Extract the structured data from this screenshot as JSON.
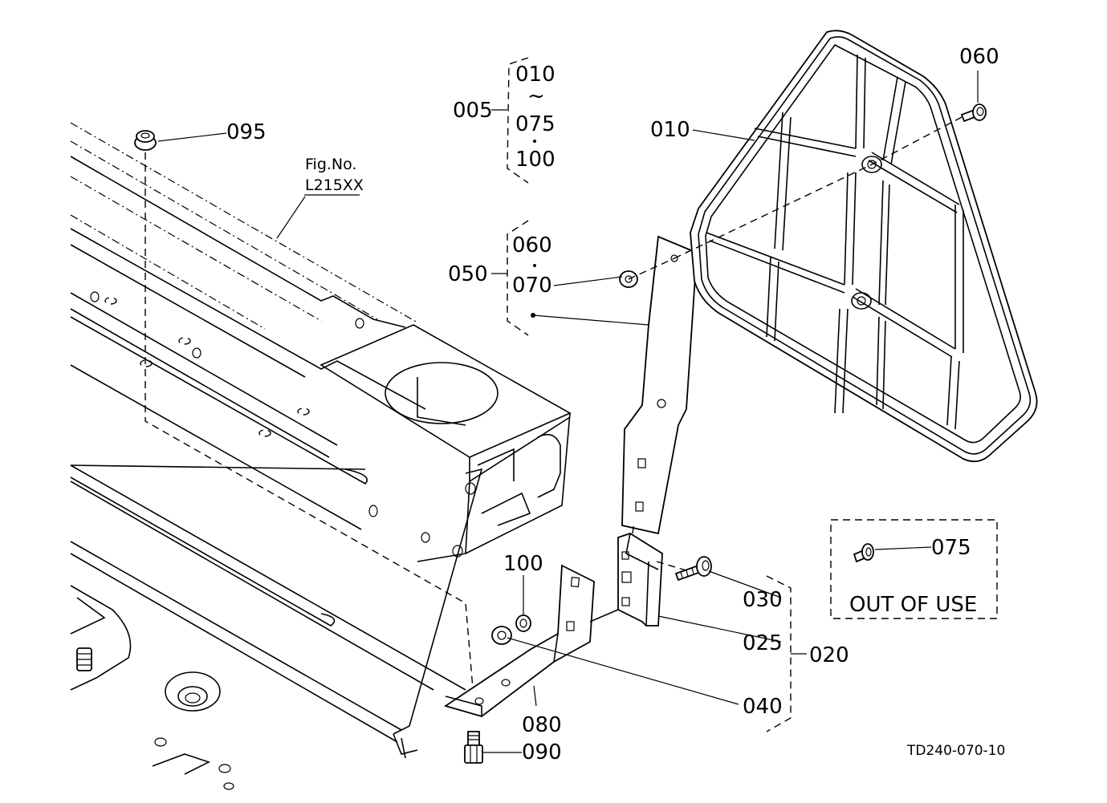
{
  "labels": {
    "p005": "005",
    "p010_range_start": "010",
    "p_tilde": "~",
    "p075_range": "075",
    "p100_range": "100",
    "p010": "010",
    "p060_top": "060",
    "p050": "050",
    "p060_group": "060",
    "p070": "070",
    "p095": "095",
    "p075_out": "075",
    "p100": "100",
    "p030": "030",
    "p025": "025",
    "p020": "020",
    "p040": "040",
    "p080": "080",
    "p090": "090"
  },
  "figure_ref": {
    "line1": "Fig.No.",
    "line2": "L215XX"
  },
  "out_of_use": "OUT OF USE",
  "drawing_code": "TD240-070-10"
}
